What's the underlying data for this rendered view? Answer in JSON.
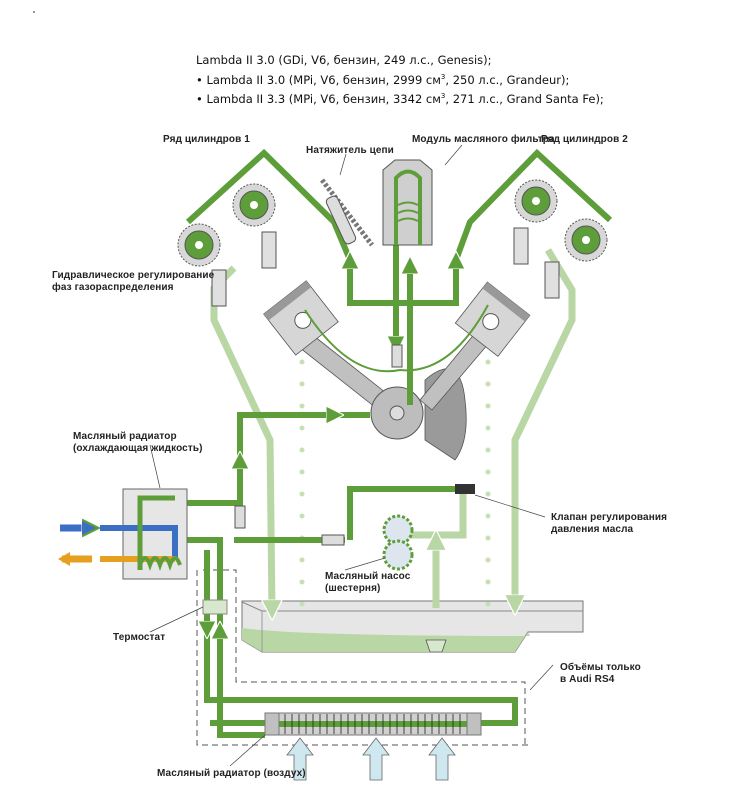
{
  "intro_lines": [
    {
      "text": "Lambda II 3.0 (GDi, V6, бензин, 249 л.с., Genesis);",
      "bullet": ""
    },
    {
      "bullet": "•",
      "pre": "Lambda II 3.0 (MPi, V6, бензин, 2999 см",
      "sup": "3",
      "post": ", 250 л.с., Grandeur);"
    },
    {
      "bullet": "•",
      "pre": "Lambda II 3.3 (MPi, V6, бензин, 3342 см",
      "sup": "3",
      "post": ", 271 л.с., Grand Santa Fe);"
    }
  ],
  "labels": {
    "cyl_bank_1": "Ряд цилиндров 1",
    "chain_tensioner": "Натяжитель цепи",
    "oil_filter_module": "Модуль масляного фильтра",
    "cyl_bank_2": "Ряд цилиндров 2",
    "vvt_line1": "Гидравлическое регулирование",
    "vvt_line2": "фаз газораспределения",
    "oil_cooler_coolant_line1": "Масляный радиатор",
    "oil_cooler_coolant_line2": "(охлаждающая жидкость)",
    "pressure_valve_line1": "Клапан регулирования",
    "pressure_valve_line2": "давления масла",
    "oil_pump_line1": "Масляный насос",
    "oil_pump_line2": "(шестерня)",
    "thermostat": "Термостат",
    "rs4_line1": "Объёмы только",
    "rs4_line2": "в Audi RS4",
    "oil_cooler_air": "Масляный радиатор (воздух)"
  },
  "colors": {
    "oil_pressure": "#5e9e3a",
    "oil_return": "#b9d6a5",
    "coolant_cold": "#3a6fc4",
    "coolant_hot": "#e6a020",
    "air": "#cfe8ef",
    "metal": "#c8c8c8"
  }
}
